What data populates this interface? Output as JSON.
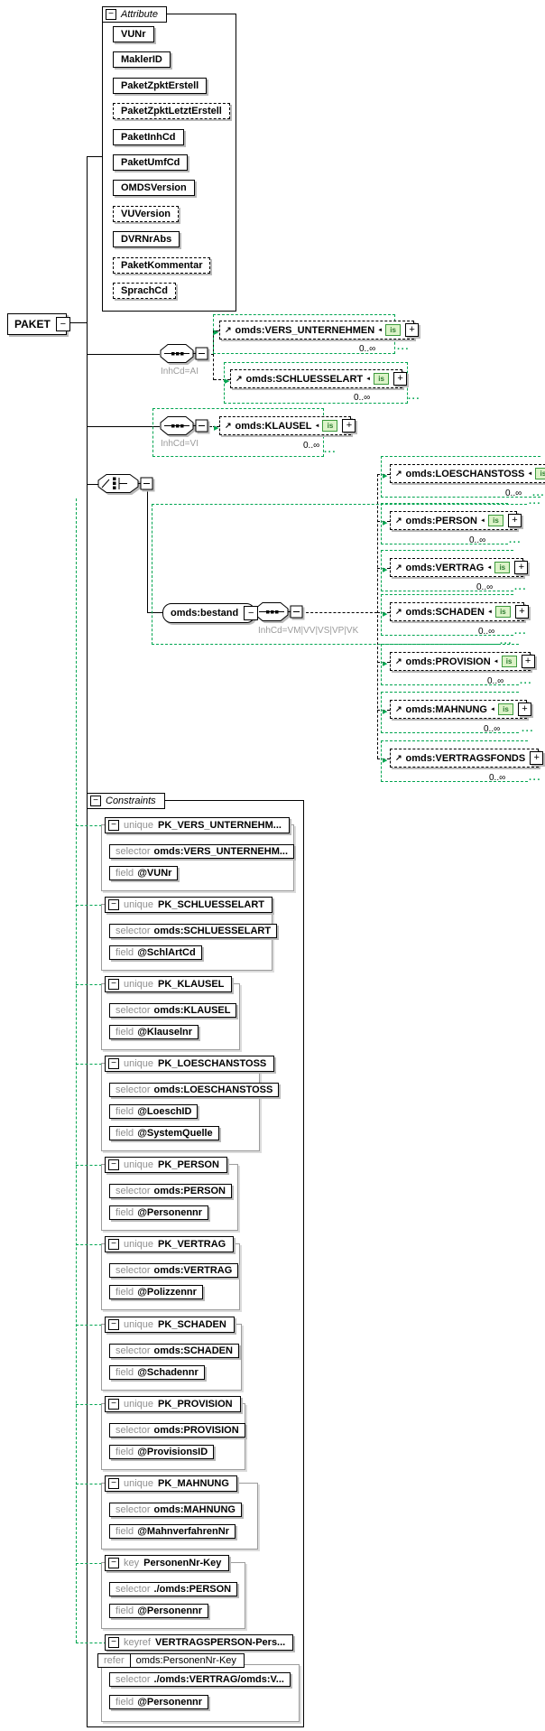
{
  "root": {
    "label": "PAKET"
  },
  "attributes_panel": {
    "title": "Attribute",
    "items": [
      "VUNr",
      "MaklerID",
      "PaketZpktErstell",
      "PaketZpktLetztErstell",
      "PaketInhCd",
      "PaketUmfCd",
      "OMDSVersion",
      "VUVersion",
      "DVRNrAbs",
      "PaketKommentar",
      "SprachCd"
    ]
  },
  "tree": {
    "branch_ai": {
      "condition": "InhCd=AI"
    },
    "branch_vi": {
      "condition": "InhCd=VI"
    },
    "bestand": {
      "label": "omds:bestand",
      "condition": "InhCd=VM|VV|VS|VP|VK"
    },
    "elements": {
      "vers_unternehmen": {
        "label": "omds:VERS_UNTERNEHMEN",
        "occurs": "0..∞"
      },
      "schluesselart": {
        "label": "omds:SCHLUESSELART",
        "occurs": "0..∞"
      },
      "klausel": {
        "label": "omds:KLAUSEL",
        "occurs": "0..∞"
      },
      "loeschanstoss": {
        "label": "omds:LOESCHANSTOSS",
        "occurs": "0..∞"
      },
      "person": {
        "label": "omds:PERSON",
        "occurs": "0..∞"
      },
      "vertrag": {
        "label": "omds:VERTRAG",
        "occurs": "0..∞"
      },
      "schaden": {
        "label": "omds:SCHADEN",
        "occurs": "0..∞"
      },
      "provision": {
        "label": "omds:PROVISION",
        "occurs": "0..∞"
      },
      "mahnung": {
        "label": "omds:MAHNUNG",
        "occurs": "0..∞"
      },
      "vertragsfonds": {
        "label": "omds:VERTRAGSFONDS",
        "occurs": "0..∞"
      }
    }
  },
  "constraints_panel": {
    "title": "Constraints",
    "row_labels": {
      "selector": "selector",
      "field": "field",
      "refer": "refer"
    },
    "blocks": [
      {
        "kind": "unique",
        "name": "PK_VERS_UNTERNEHM...",
        "selector": "omds:VERS_UNTERNEHM...",
        "fields": [
          "@VUNr"
        ]
      },
      {
        "kind": "unique",
        "name": "PK_SCHLUESSELART",
        "selector": "omds:SCHLUESSELART",
        "fields": [
          "@SchlArtCd"
        ]
      },
      {
        "kind": "unique",
        "name": "PK_KLAUSEL",
        "selector": "omds:KLAUSEL",
        "fields": [
          "@Klauselnr"
        ]
      },
      {
        "kind": "unique",
        "name": "PK_LOESCHANSTOSS",
        "selector": "omds:LOESCHANSTOSS",
        "fields": [
          "@LoeschID",
          "@SystemQuelle"
        ]
      },
      {
        "kind": "unique",
        "name": "PK_PERSON",
        "selector": "omds:PERSON",
        "fields": [
          "@Personennr"
        ]
      },
      {
        "kind": "unique",
        "name": "PK_VERTRAG",
        "selector": "omds:VERTRAG",
        "fields": [
          "@Polizzennr"
        ]
      },
      {
        "kind": "unique",
        "name": "PK_SCHADEN",
        "selector": "omds:SCHADEN",
        "fields": [
          "@Schadennr"
        ]
      },
      {
        "kind": "unique",
        "name": "PK_PROVISION",
        "selector": "omds:PROVISION",
        "fields": [
          "@ProvisionsID"
        ]
      },
      {
        "kind": "unique",
        "name": "PK_MAHNUNG",
        "selector": "omds:MAHNUNG",
        "fields": [
          "@MahnverfahrenNr"
        ]
      },
      {
        "kind": "key",
        "name": "PersonenNr-Key",
        "selector": "./omds:PERSON",
        "fields": [
          "@Personennr"
        ]
      },
      {
        "kind": "keyref",
        "name": "VERTRAGSPERSON-Pers...",
        "refer": "omds:PersonenNr-Key",
        "selector": "./omds:VERTRAG/omds:V...",
        "fields": [
          "@Personennr"
        ]
      }
    ]
  },
  "icons": {
    "collapse": "−",
    "expand": "+",
    "reference_arrow": "↗",
    "badge_pointer": "◄",
    "identity_badge": "is",
    "entry_pointer": "▶",
    "truncation_dots": "···"
  },
  "colors": {
    "optional_green": "#00A550",
    "condition_gray": "#9B9B9B"
  }
}
